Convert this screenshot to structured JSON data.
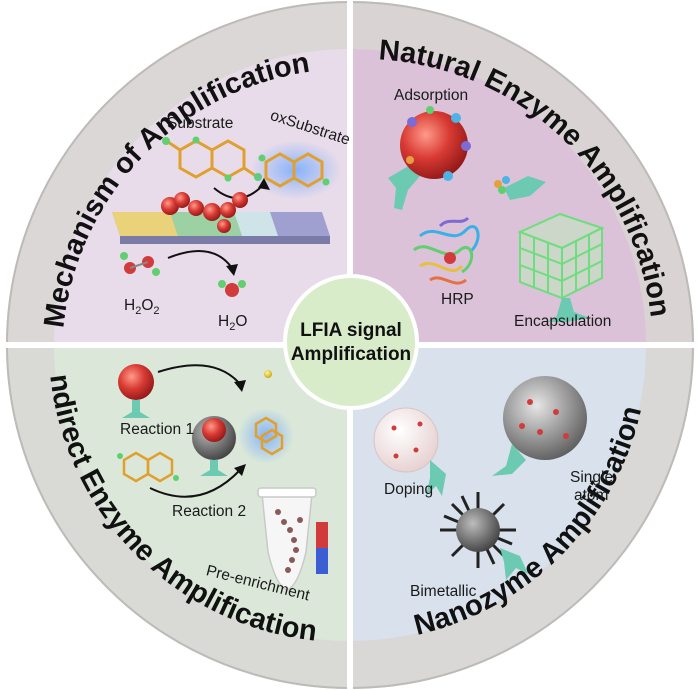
{
  "center": {
    "line1": "LFIA signal",
    "line2": "Amplification"
  },
  "ring_titles": {
    "mechanism": "Mechanism of Amplification",
    "natural": "Natural Enzyme Amplification",
    "indirect": "Indirect Enzyme Amplification",
    "nanozyme": "Nanozyme Amplification"
  },
  "mechanism_panel": {
    "substrate": "Substrate",
    "oxsubstrate": "oxSubstrate",
    "h2o2": "H",
    "h2o2_sub1": "2",
    "h2o2_mid": "O",
    "h2o2_sub2": "2",
    "h2o": "H",
    "h2o_sub": "2",
    "h2o_end": "O"
  },
  "natural_panel": {
    "adsorption": "Adsorption",
    "hrp": "HRP",
    "encapsulation": "Encapsulation"
  },
  "indirect_panel": {
    "reaction1": "Reaction 1",
    "reaction2": "Reaction 2",
    "preenrichment": "Pre-enrichment"
  },
  "nanozyme_panel": {
    "doping": "Doping",
    "single": "Single",
    "atom": "atom",
    "bimetallic": "Bimetallic"
  },
  "colors": {
    "quad_mechanism": "#e9dcea",
    "quad_natural": "#dcc2d8",
    "quad_indirect": "#dbe8d9",
    "quad_nanozyme": "#d9e1ec",
    "ring": "#d8d6d4",
    "center_circle": "#d8ecc9",
    "teal_antibody": "#6ccab2",
    "nanoparticle_red": "#d23b3b"
  }
}
